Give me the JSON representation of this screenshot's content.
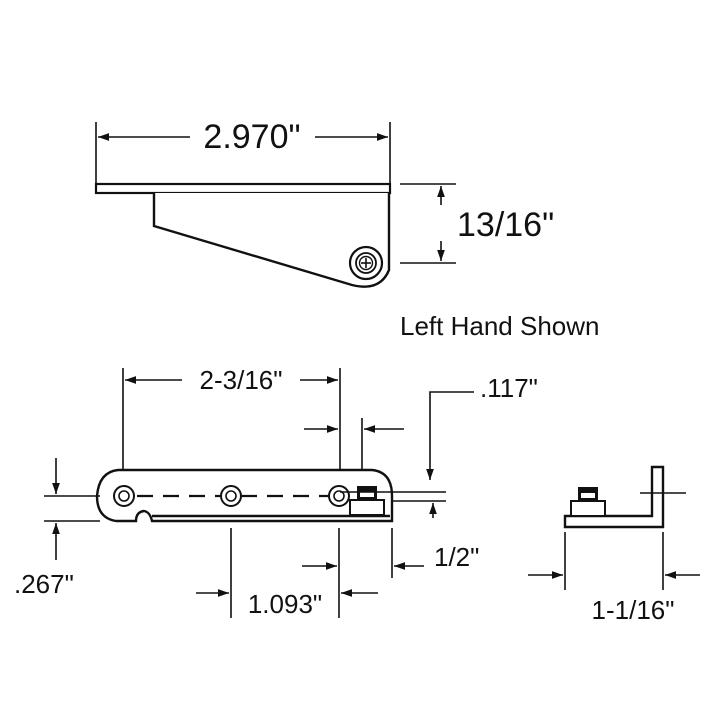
{
  "dimensions": {
    "top_width": "2.970\"",
    "top_height": "13/16\"",
    "hole_span": "2-3/16\"",
    "offset": ".117\"",
    "hole_offset": ".267\"",
    "hole_pitch": "1.093\"",
    "pin_offset": "1/2\"",
    "side_width": "1-1/16\""
  },
  "note": "Left Hand Shown",
  "colors": {
    "line": "#111111",
    "background": "#ffffff"
  }
}
